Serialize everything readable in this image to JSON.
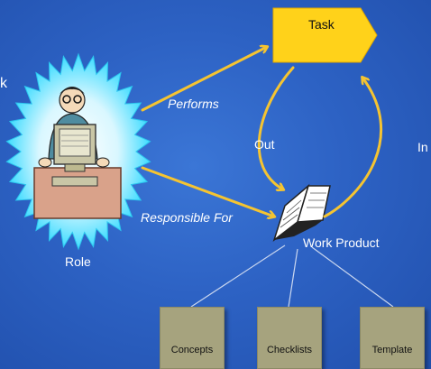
{
  "diagram": {
    "task": {
      "label": "Task"
    },
    "role": {
      "label": "Role"
    },
    "work_product": {
      "label": "Work Product"
    },
    "edges": {
      "performs": "Performs",
      "responsible_for": "Responsible For",
      "out": "Out",
      "in": "In"
    },
    "guidance": [
      {
        "label": "Concepts"
      },
      {
        "label": "Checklists"
      },
      {
        "label": "Template"
      }
    ],
    "edge_fragment": "k"
  },
  "colors": {
    "background": "#2d62c4",
    "arrow": "#f5c431",
    "task_fill": "#ffd21a",
    "guidance_fill": "#a6a37e",
    "connector": "#c9d6ef",
    "starburst": "#3fdcff"
  }
}
